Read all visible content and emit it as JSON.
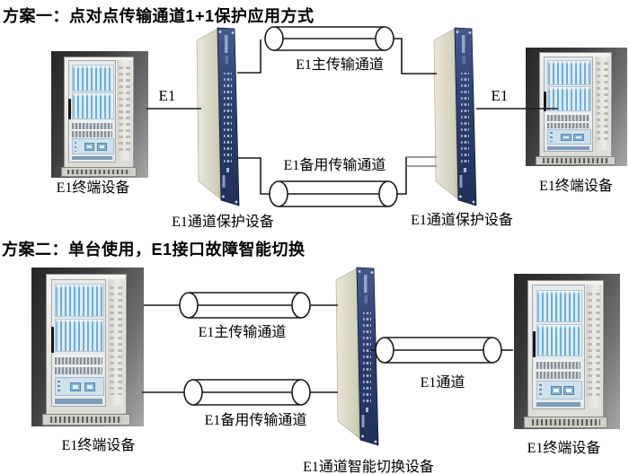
{
  "scheme1": {
    "title": "方案一：点对点传输通道1+1保护应用方式",
    "e1_left": "E1",
    "e1_right": "E1",
    "main_channel_label": "E1主传输通道",
    "backup_channel_label": "E1备用传输通道",
    "left_terminal_label": "E1终端设备",
    "right_terminal_label": "E1终端设备",
    "left_device_label": "E1通道保护设备",
    "right_device_label": "E1通道保护设备"
  },
  "scheme2": {
    "title": "方案二：单台使用，E1接口故障智能切换",
    "main_channel_label": "E1主传输通道",
    "backup_channel_label": "E1备用传输通道",
    "e1_channel_label": "E1通道",
    "left_terminal_label": "E1终端设备",
    "right_terminal_label": "E1终端设备",
    "device_label": "E1通道智能切换设备"
  },
  "colors": {
    "line": "#1a1a1a",
    "backup_pair_line": "#7a7a7a",
    "panel_face": "#2c3f6e",
    "panel_side": "#d9d7c4",
    "cabinet_glass": "#aacde8"
  }
}
